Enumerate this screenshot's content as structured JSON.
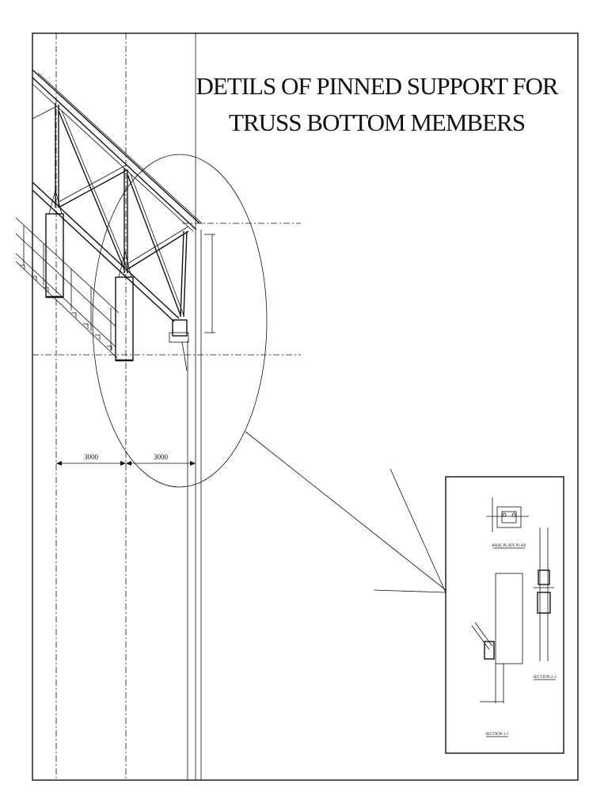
{
  "title": {
    "line1": "DETILS OF PINNED SUPPORT FOR",
    "line2": "TRUSS BOTTOM MEMBERS"
  },
  "dimensions": {
    "span_left": "3000",
    "span_right": "3000"
  },
  "detail": {
    "base_plate_label": "BASE PLATE PLAN",
    "section_1_label": "SECTION-1-1",
    "section_2_label": "SECTION-2-2"
  }
}
